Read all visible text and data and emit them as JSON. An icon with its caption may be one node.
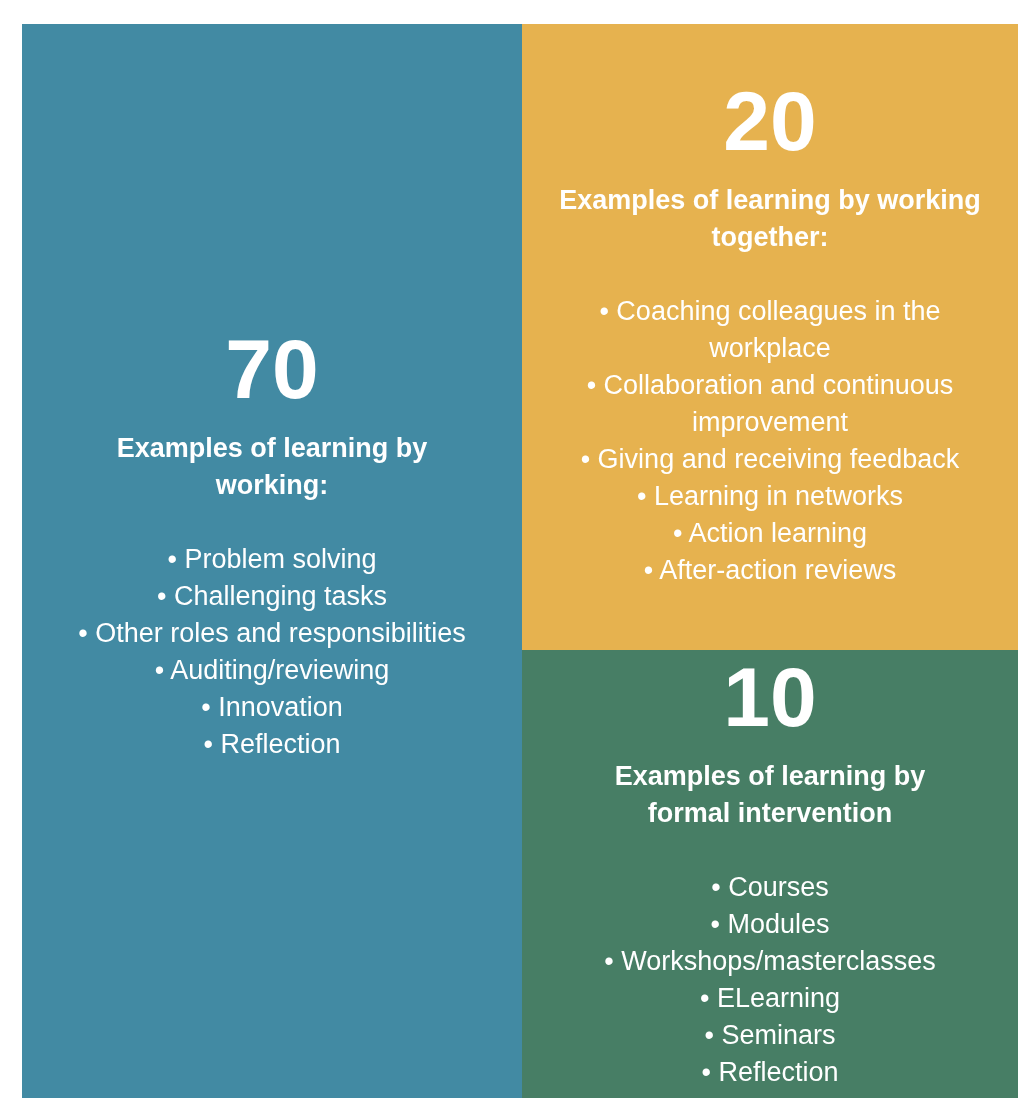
{
  "diagram": {
    "nodes": [
      {
        "text": [
          "70",
          "Examples of learning by working:",
          "• Problem solving",
          "• Challenging tasks",
          "• Other roles and responsibilities",
          "• Auditing/reviewing",
          "• Innovation",
          "• Reflection"
        ]
      },
      {
        "text": [
          "20",
          "Examples of learning by working together:",
          "• Coaching colleagues in the workplace",
          "• Collaboration and continuous improvement",
          "• Giving and receiving feedback",
          "• Learning in networks",
          "• Action learning",
          "• After-action reviews"
        ]
      },
      {
        "text": [
          "10",
          "Examples of learning by formal intervention",
          "• Courses",
          "• Modules",
          "• Workshops/masterclasses",
          "• ELearning",
          "• Seminars",
          "• Reflection"
        ]
      }
    ]
  }
}
